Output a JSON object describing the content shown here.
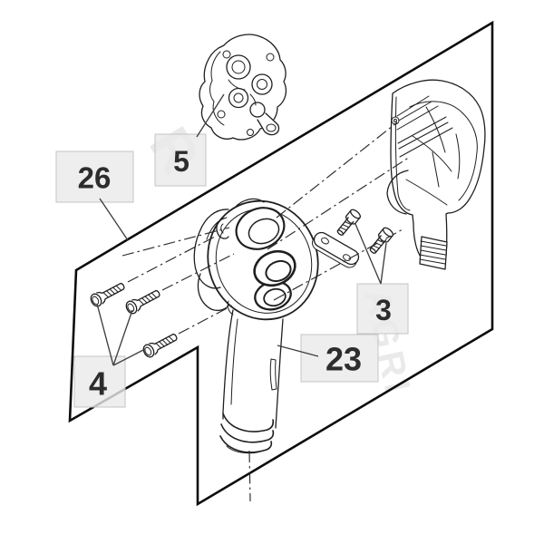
{
  "diagram": {
    "type": "exploded-parts-diagram",
    "callouts": [
      {
        "id": "26",
        "label": "26"
      },
      {
        "id": "5",
        "label": "5"
      },
      {
        "id": "3",
        "label": "3"
      },
      {
        "id": "4",
        "label": "4"
      },
      {
        "id": "23",
        "label": "23"
      }
    ],
    "watermark": {
      "fragments": [
        {
          "text": "R"
        },
        {
          "text": "AGRI"
        }
      ]
    },
    "colors": {
      "background": "#ffffff",
      "line": "#1f1f1f",
      "frame": "#0d0d0d",
      "leader": "#3f3f3f",
      "callout_box_fill": "#eaeaea",
      "callout_box_border": "#c4c4c4",
      "callout_text": "#2d2d2d",
      "watermark": "#5a5a5a"
    }
  }
}
